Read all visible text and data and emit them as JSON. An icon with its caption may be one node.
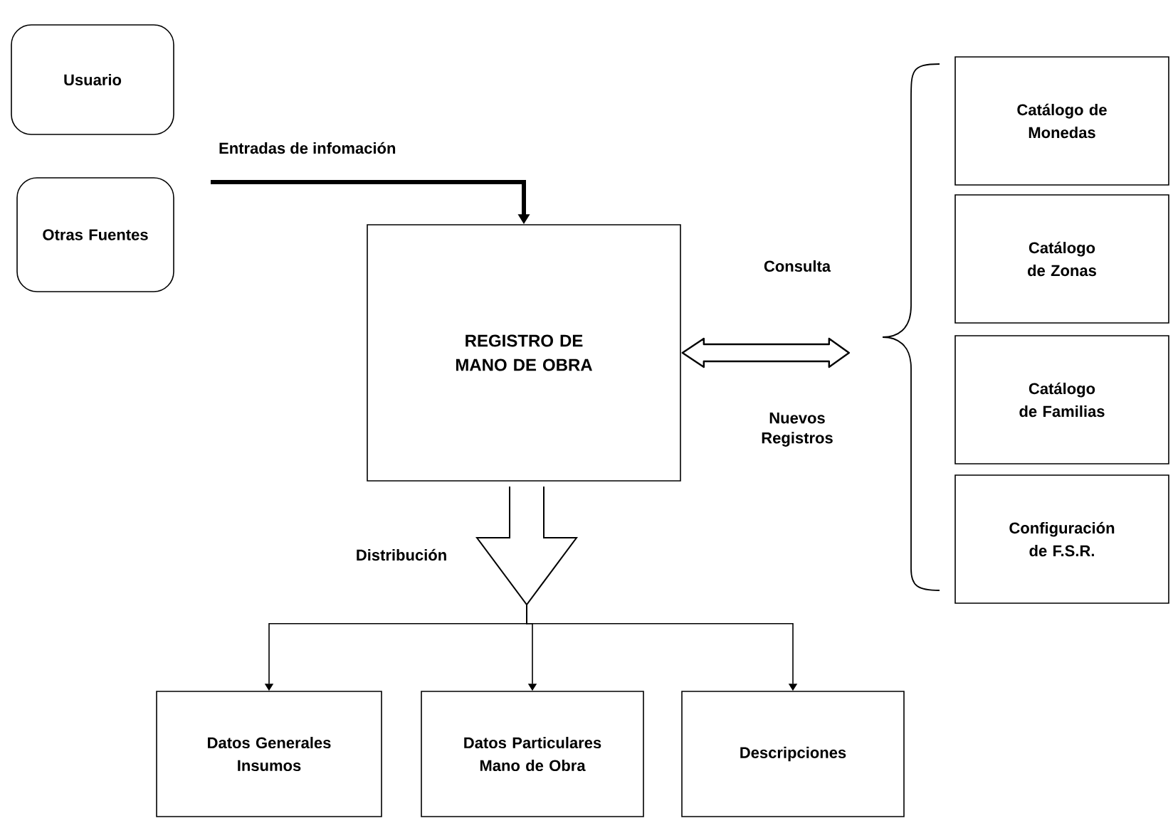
{
  "diagram": {
    "nodes": [
      {
        "text": [
          "Usuario"
        ]
      },
      {
        "text": [
          "Otras Fuentes"
        ]
      },
      {
        "text": [
          "REGISTRO DE MANO DE OBRA"
        ]
      },
      {
        "text": [
          "Catálogo de Monedas"
        ]
      },
      {
        "text": [
          "Catálogo de Zonas"
        ]
      },
      {
        "text": [
          "Catálogo de Familias"
        ]
      },
      {
        "text": [
          "Configuración de F.S.R."
        ]
      },
      {
        "text": [
          "Datos Generales Insumos"
        ]
      },
      {
        "text": [
          "Datos Particulares Mano de Obra"
        ]
      },
      {
        "text": [
          "Descripciones"
        ]
      }
    ],
    "edges": [
      {
        "from": null,
        "to": 2,
        "arrow": "to",
        "label": "Entradas de infomación",
        "style": "thick"
      },
      {
        "from": 2,
        "to": null,
        "arrow": "both"
      },
      {
        "from": 2,
        "to": 7,
        "arrow": "to"
      },
      {
        "from": 2,
        "to": 8,
        "arrow": "to"
      },
      {
        "from": 2,
        "to": 9,
        "arrow": "to"
      }
    ],
    "labels": [
      "Consulta",
      "Nuevos Registros",
      "Distribución"
    ]
  }
}
